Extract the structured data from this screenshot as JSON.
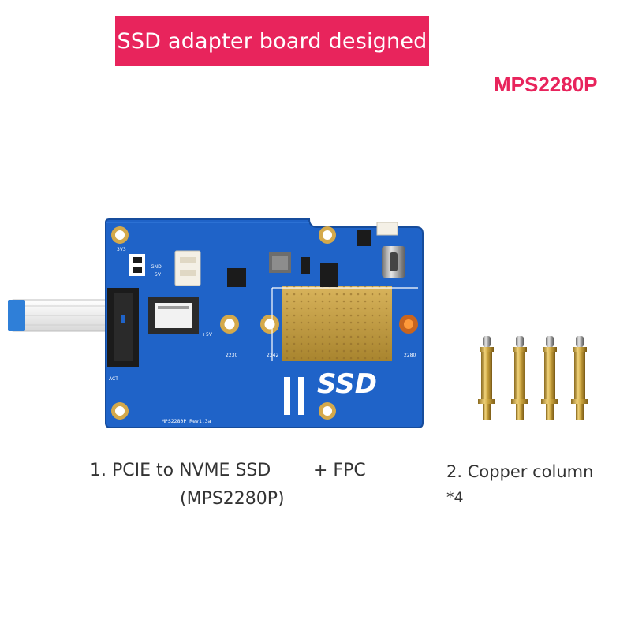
{
  "banner": {
    "text": "SSD adapter board designed",
    "color": "#e8245c"
  },
  "model": {
    "text": "MPS2280P"
  },
  "board": {
    "ssd_label": "SSD",
    "silk_rev": "MPS2280P_Rev1.3a",
    "silk_gnd": "GND",
    "silk_5v": "5V",
    "silk_act": "ACT",
    "silk_5v_pad": "+5V",
    "silk_2230": "2230",
    "silk_2242": "2242",
    "silk_2280": "2280",
    "silk_3v3": "3V3",
    "pcb_color": "#1f63c8"
  },
  "captions": {
    "item1_line1": "1. PCIE to NVME SSD",
    "item1_plus": "+ FPC",
    "item1_line2": "(MPS2280P)",
    "item2_line1": "2. Copper column",
    "item2_line2": "*4"
  }
}
